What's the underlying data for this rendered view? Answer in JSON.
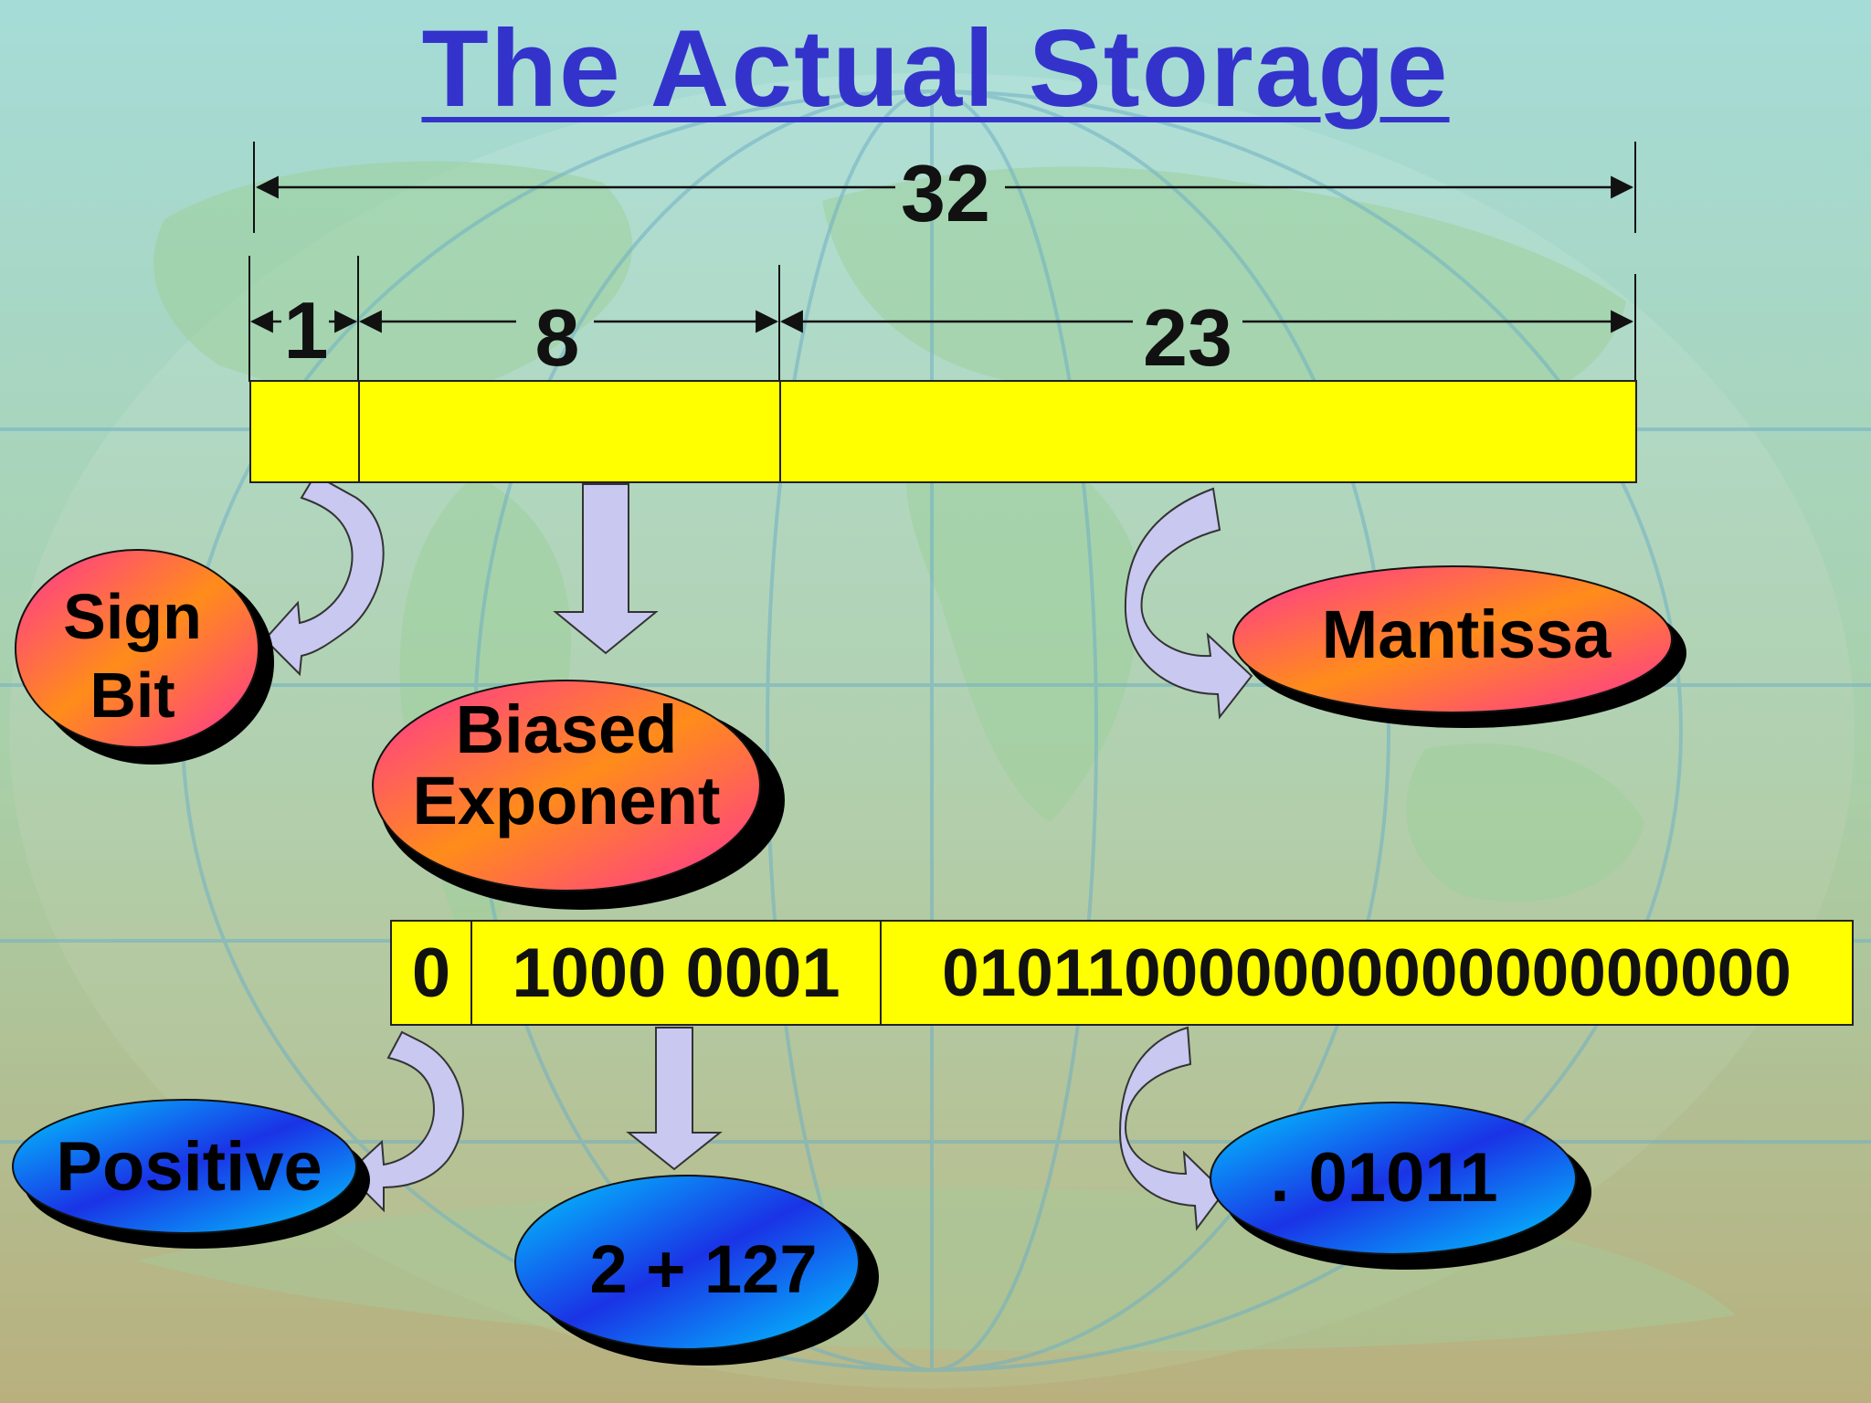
{
  "title": "The Actual Storage",
  "widths": {
    "total": "32",
    "sign": "1",
    "exponent": "8",
    "mantissa": "23"
  },
  "labels": {
    "sign": [
      "Sign",
      "Bit"
    ],
    "exponent": [
      "Biased",
      "Exponent"
    ],
    "mantissa": "Mantissa"
  },
  "example_bits": {
    "sign": "0",
    "exponent": "1000 0001",
    "mantissa": "01011000000000000000000"
  },
  "interpretation": {
    "sign": "Positive",
    "exponent": "2 + 127",
    "mantissa": ". 01011"
  },
  "colors": {
    "title": "#3333cc",
    "field_fill": "#ffff00",
    "label_oval_gradient": [
      "#ff9900",
      "#ff3399"
    ],
    "value_oval_gradient": [
      "#2233ee",
      "#00ccff"
    ],
    "arrow_fill": "#c8c8f0"
  }
}
